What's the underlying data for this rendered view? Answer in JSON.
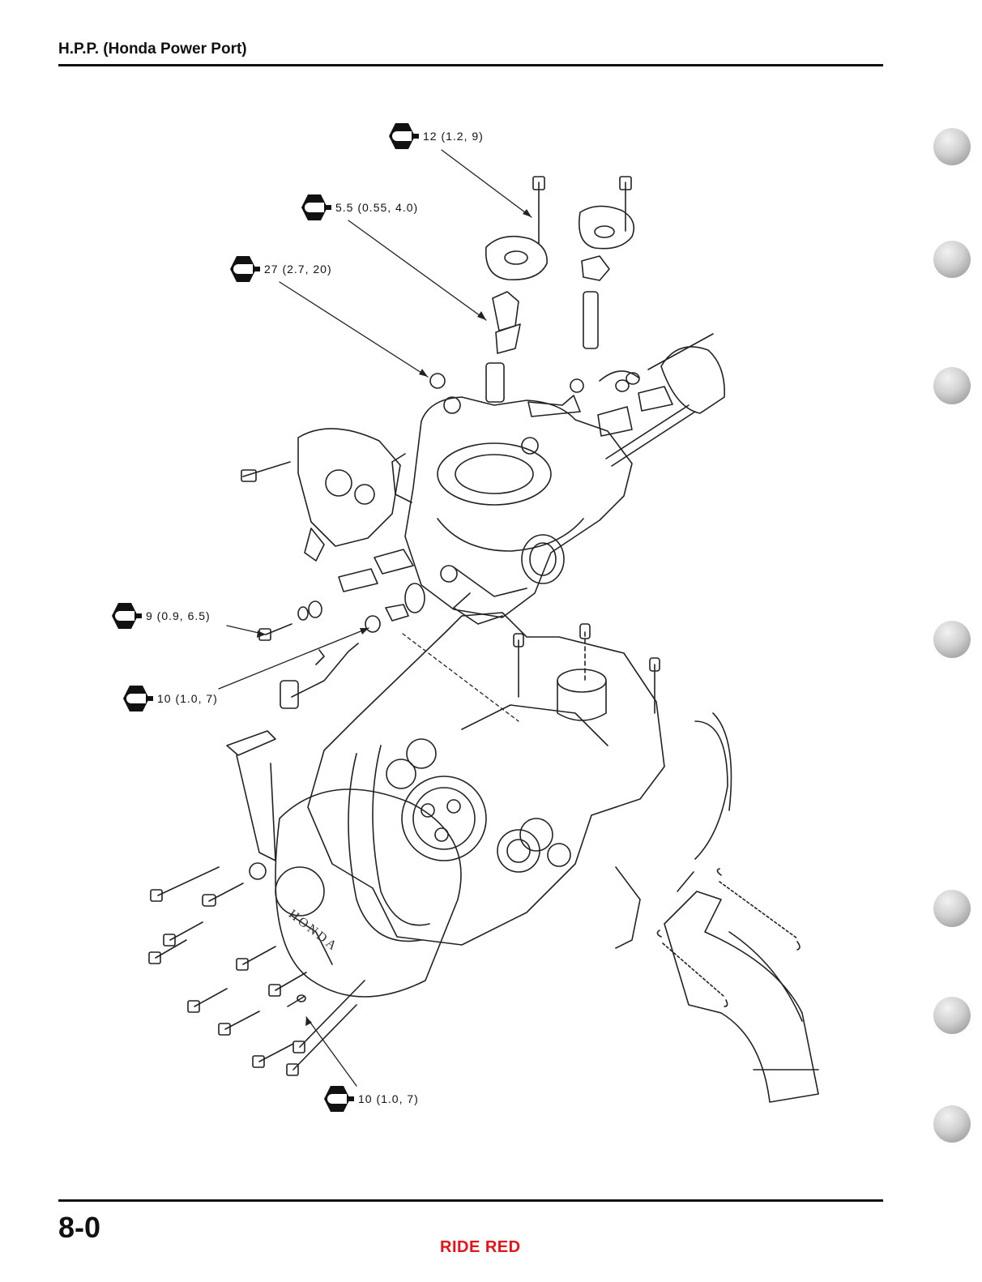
{
  "header": {
    "title": "H.P.P. (Honda Power Port)"
  },
  "footer": {
    "page_number": "8-0",
    "brand": "RIDE RED",
    "brand_color": "#e8121b"
  },
  "torque_callouts": [
    {
      "value": "12 (1.2, 9)"
    },
    {
      "value": "5.5 (0.55, 4.0)"
    },
    {
      "value": "27 (2.7, 20)"
    },
    {
      "value": "9 (0.9, 6.5)"
    },
    {
      "value": "10 (1.0, 7)"
    },
    {
      "value": "10 (1.0, 7)"
    }
  ],
  "diagram": {
    "label": "HONDA"
  }
}
